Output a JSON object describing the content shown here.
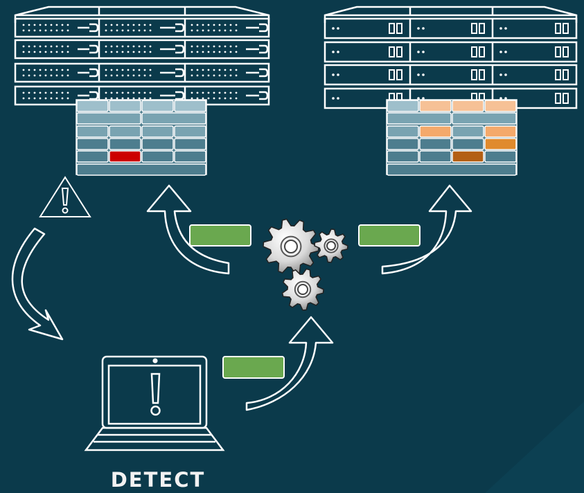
{
  "diagram": {
    "caption": "DETECT",
    "colors": {
      "background": "#0b3a4b",
      "outline": "#ffffff",
      "green_label": "#6aa84f",
      "error_cell": "#cc0000",
      "orange_light": "#f6c196",
      "orange_mid": "#f4a96b",
      "orange_dark": "#e08a2d",
      "orange_deep": "#b35f14",
      "cell_light": "#9ebfcb",
      "cell_mid": "#79a3b1",
      "cell_dark": "#4d7d8e"
    },
    "nodes": [
      {
        "id": "source-server-rack",
        "icon": "server-rack-icon"
      },
      {
        "id": "target-server-rack",
        "icon": "server-rack-icon"
      },
      {
        "id": "warning-sign",
        "icon": "warning-triangle-icon"
      },
      {
        "id": "laptop-alert",
        "icon": "laptop-exclamation-icon"
      },
      {
        "id": "processing-gears",
        "icon": "gears-icon"
      }
    ]
  }
}
